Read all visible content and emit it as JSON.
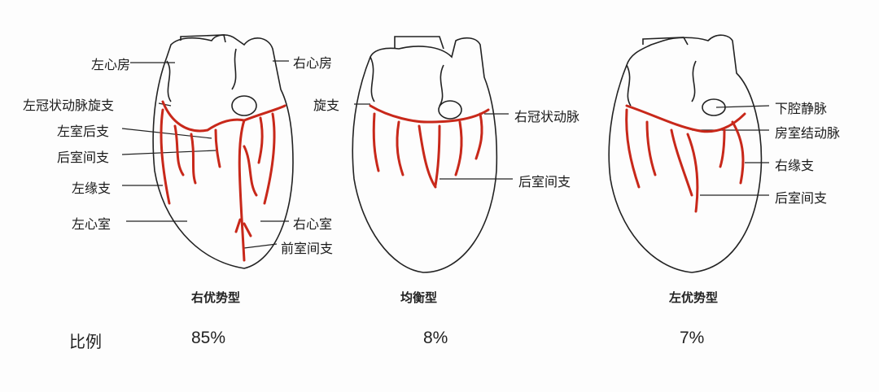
{
  "hearts": [
    {
      "type": "右优势型",
      "percent": "85%",
      "labels": [
        "左心房",
        "左冠状动脉旋支",
        "左室后支",
        "后室间支",
        "左缘支",
        "左心室",
        "右心房",
        "右心室",
        "前室间支"
      ]
    },
    {
      "type": "均衡型",
      "percent": "8%",
      "labels": [
        "旋支",
        "右冠状动脉",
        "后室间支"
      ]
    },
    {
      "type": "左优势型",
      "percent": "7%",
      "labels": [
        "下腔静脉",
        "房室结动脉",
        "右缘支",
        "后室间支"
      ]
    }
  ],
  "ratio_label": "比例",
  "colors": {
    "artery": "#c8281a",
    "outline": "#222222"
  }
}
